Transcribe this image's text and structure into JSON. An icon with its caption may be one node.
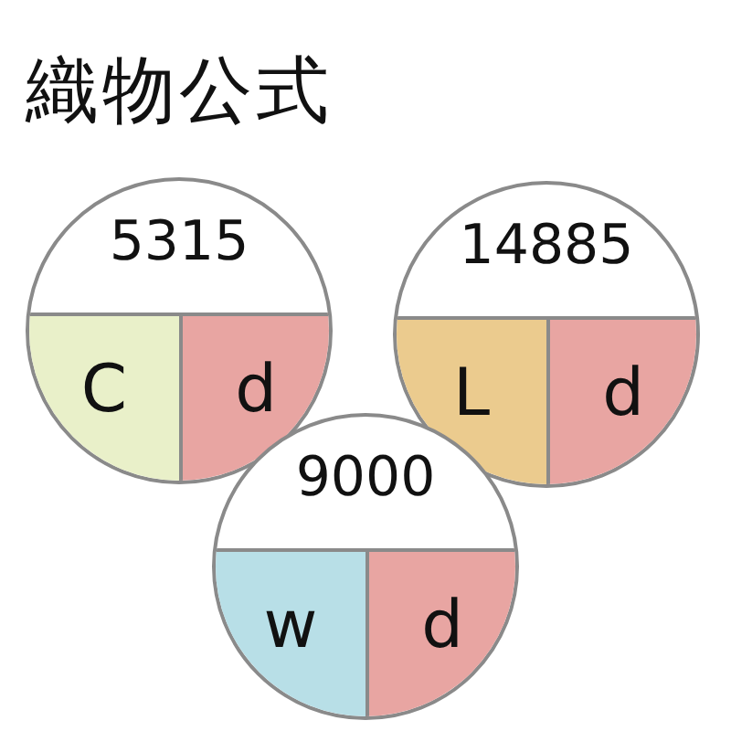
{
  "diagram": {
    "title": "織物公式",
    "nodes": [
      {
        "text": [
          "5315"
        ]
      },
      {
        "text": [
          "C"
        ],
        "in": 0
      },
      {
        "text": [
          "d"
        ],
        "in": 0
      },
      {
        "text": [
          "14885"
        ]
      },
      {
        "text": [
          "L"
        ],
        "in": 3
      },
      {
        "text": [
          "d"
        ],
        "in": 3
      },
      {
        "text": [
          "9000"
        ]
      },
      {
        "text": [
          "w"
        ],
        "in": 6
      },
      {
        "text": [
          "d"
        ],
        "in": 6
      }
    ]
  }
}
